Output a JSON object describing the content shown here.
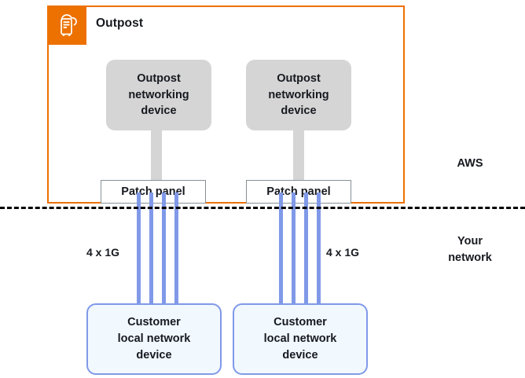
{
  "diagram": {
    "title": "AWS Outpost network connectivity diagram"
  },
  "outpost": {
    "label": "Outpost",
    "icon": "outpost-rack-cloud-icon",
    "border_color": "#ED7100",
    "header_color": "#ED7100"
  },
  "networking_devices": [
    {
      "id": "left",
      "label": "Outpost\nnetworking\ndevice",
      "fill": "#D5D5D5"
    },
    {
      "id": "right",
      "label": "Outpost\nnetworking\ndevice",
      "fill": "#D5D5D5"
    }
  ],
  "patch_panels": [
    {
      "id": "left",
      "label": "Patch panel"
    },
    {
      "id": "right",
      "label": "Patch panel"
    }
  ],
  "links": [
    {
      "id": "left",
      "label": "4 x 1G",
      "count": 4,
      "speed": "1G",
      "color": "#8099E8"
    },
    {
      "id": "right",
      "label": "4 x 1G",
      "count": 4,
      "speed": "1G",
      "color": "#8099E8"
    }
  ],
  "customer_devices": [
    {
      "id": "left",
      "label": "Customer\nlocal network\ndevice",
      "fill": "#F1F8FE",
      "border": "#8099E8"
    },
    {
      "id": "right",
      "label": "Customer\nlocal network\ndevice",
      "fill": "#F1F8FE",
      "border": "#8099E8"
    }
  ],
  "zones": {
    "above_boundary": "AWS",
    "below_boundary": "Your\nnetwork"
  },
  "boundary": {
    "style": "dashed",
    "color": "#000000"
  }
}
